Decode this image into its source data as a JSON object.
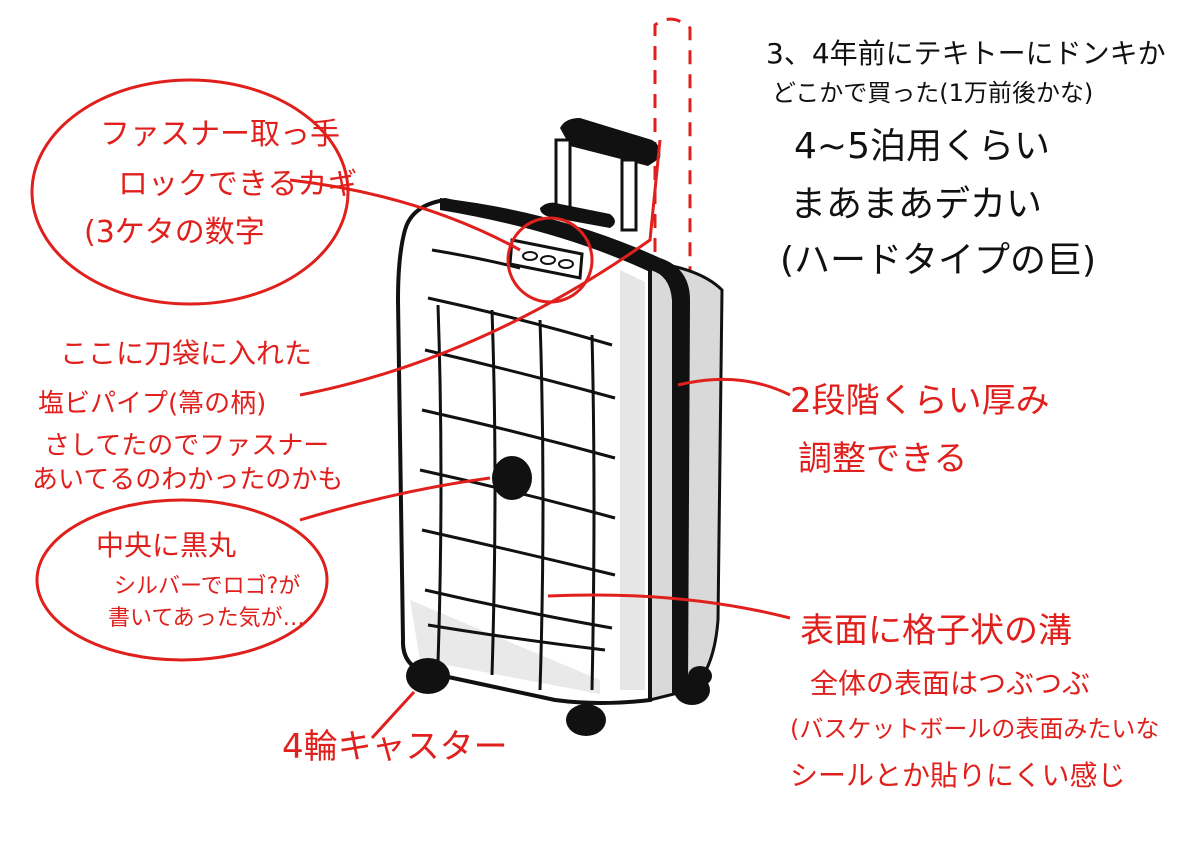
{
  "colors": {
    "annotation": "#e0201c",
    "ink": "#111111",
    "shade": "#d9d9d9"
  },
  "top_notes": {
    "line1": "3、4年前にテキトーにドンキか",
    "line2": "どこかで買った(1万前後かな)",
    "line3": "4~5泊用くらい",
    "line4": "まあまあデカい",
    "line5": "(ハードタイプの巨)"
  },
  "lock_note": {
    "line1": "ファスナー取っ手",
    "line2": "ロックできるカギ",
    "line3": "(3ケタの数字"
  },
  "pocket_note": {
    "line1": "ここに刀袋に入れた",
    "line2": "塩ビパイプ(箒の柄)",
    "line3": "さしてたのでファスナー",
    "line4": "あいてるのわかったのかも"
  },
  "center_note": {
    "line1": "中央に黒丸",
    "line2": "シルバーでロゴ?が",
    "line3": "書いてあった気が…"
  },
  "thickness_note": {
    "line1": "2段階くらい厚み",
    "line2": "調整できる"
  },
  "surface_note": {
    "line1": "表面に格子状の溝",
    "line2": "全体の表面はつぶつぶ",
    "line3": "(バスケットボールの表面みたいな",
    "line4": "シールとか貼りにくい感じ"
  },
  "caster_note": {
    "line1": "4輪キャスター"
  }
}
